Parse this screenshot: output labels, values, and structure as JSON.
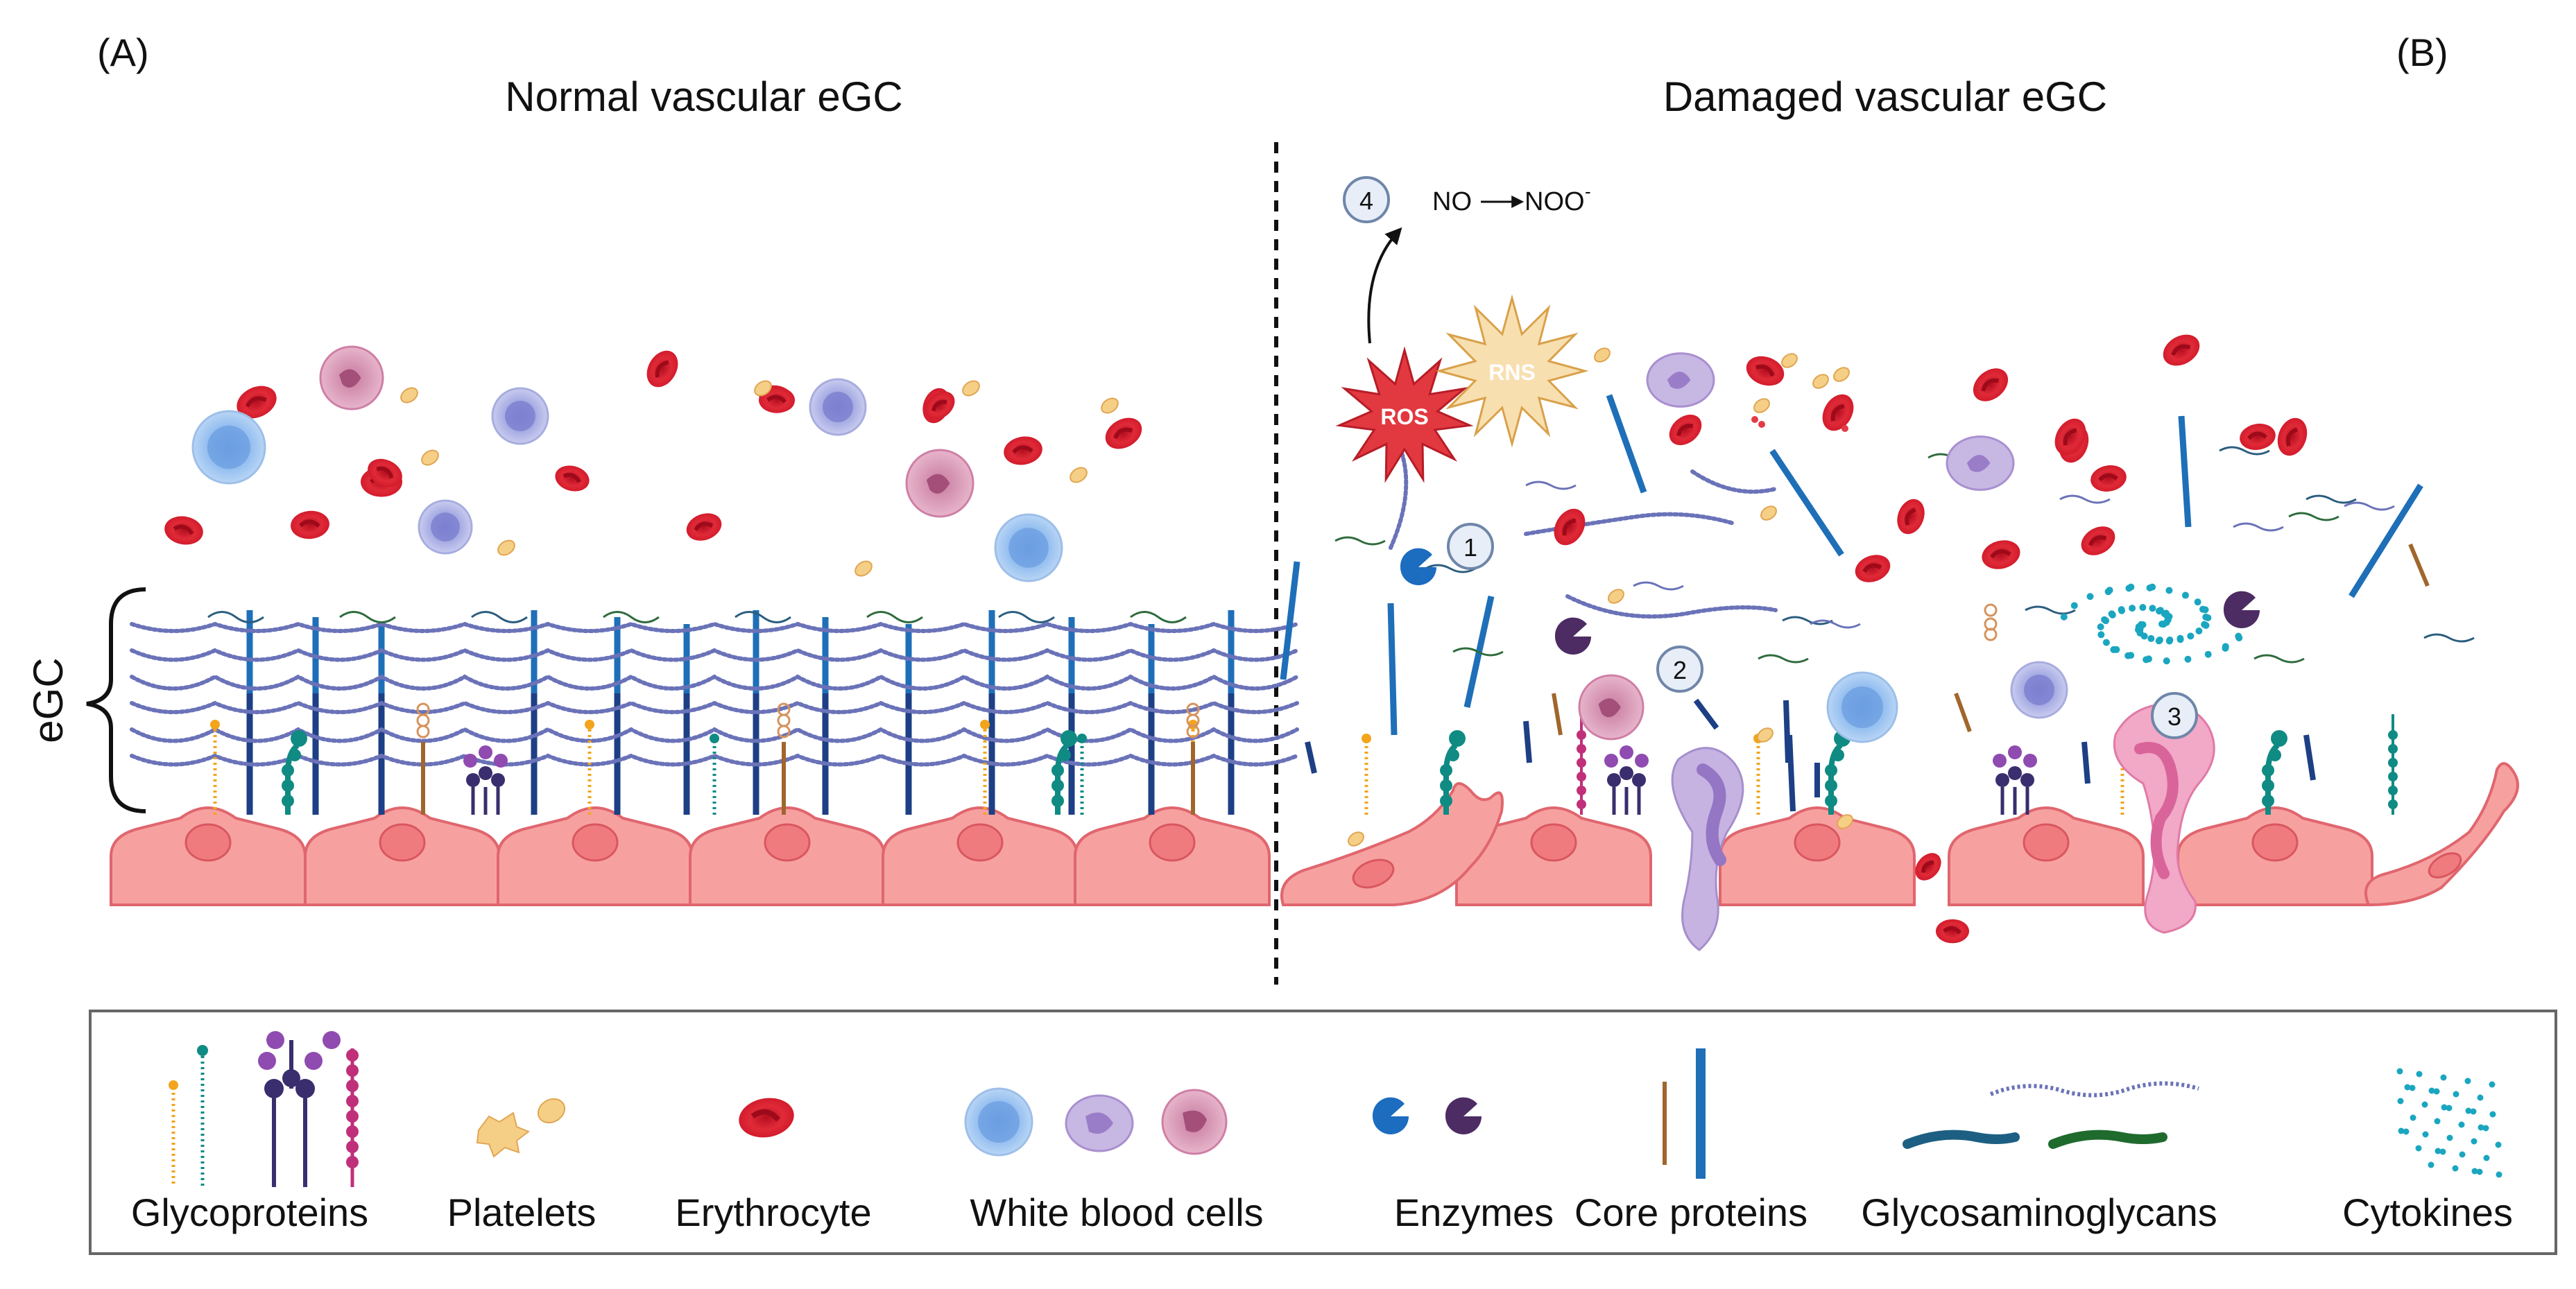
{
  "panels": {
    "left": {
      "tag": "(A)",
      "title": "Normal vascular eGC"
    },
    "right": {
      "tag": "(B)",
      "title": "Damaged vascular eGC"
    }
  },
  "side_label": "eGC",
  "reaction": {
    "from": "NO",
    "to": "NOO",
    "superscript": "-"
  },
  "stressors": {
    "ros": "ROS",
    "rns": "RNS"
  },
  "steps": [
    "1",
    "2",
    "3",
    "4"
  ],
  "legend": {
    "items": [
      {
        "icon": "glycoprotein-icon",
        "label": "Glycoproteins"
      },
      {
        "icon": "platelet-icon",
        "label": "Platelets"
      },
      {
        "icon": "erythrocyte-icon",
        "label": "Erythrocyte"
      },
      {
        "icon": "white-blood-cell-icon",
        "label": "White blood cells"
      },
      {
        "icon": "enzyme-icon",
        "label": "Enzymes"
      },
      {
        "icon": "core-protein-icon",
        "label": "Core proteins"
      },
      {
        "icon": "glycosaminoglycan-icon",
        "label": "Glycosaminoglycans"
      },
      {
        "icon": "cytokine-icon",
        "label": "Cytokines"
      }
    ]
  },
  "colors": {
    "endothelium": "#f6a1a0",
    "endothelium_stroke": "#e0666e",
    "nucleus": "#f07b7e",
    "erythrocyte": "#dd2433",
    "core_protein": "#1e6fb8",
    "core_protein_dark": "#1d3f85",
    "gag_chain": "#6a72b8",
    "wbc_blue": "#8fb8ea",
    "wbc_pink": "#d78fb1",
    "wbc_lilac": "#b9a7d6",
    "enzyme_blue": "#1c6cbf",
    "enzyme_purple": "#4d2b63",
    "cytokine": "#1aa6c0",
    "ros": "#e2383f",
    "rns": "#f4d9a8"
  }
}
